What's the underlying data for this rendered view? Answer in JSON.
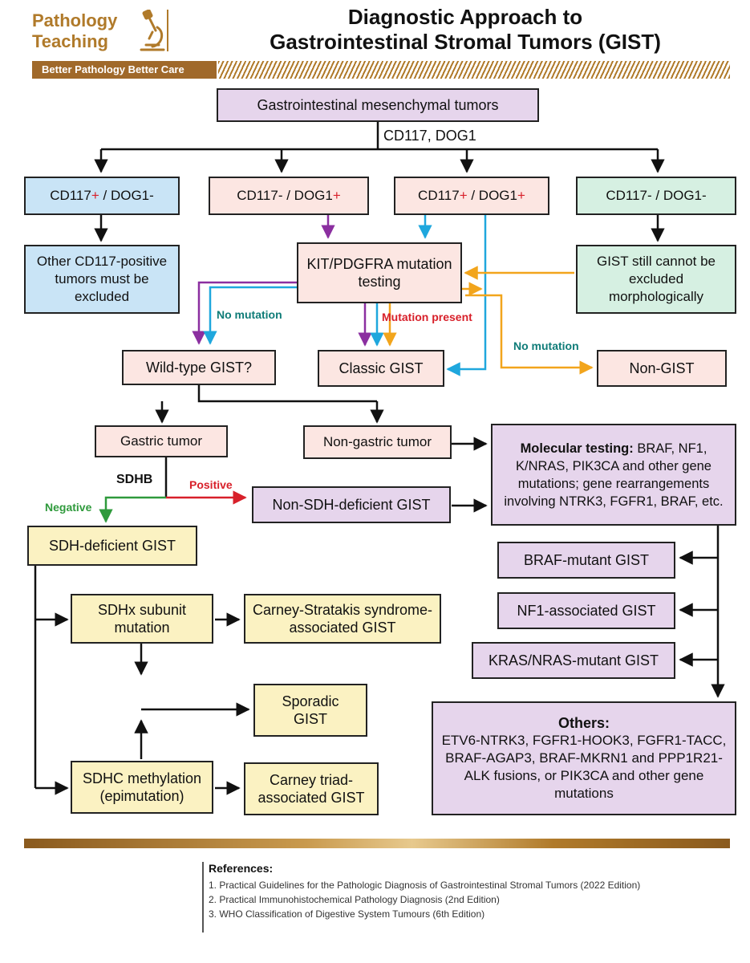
{
  "header": {
    "logo_line1": "Pathology",
    "logo_line2": "Teaching",
    "logo_icon": "microscope-icon",
    "tagline": "Better Pathology  Better Care",
    "title_line1": "Diagnostic Approach to",
    "title_line2": "Gastrointestinal Stromal Tumors (GIST)"
  },
  "colors": {
    "brand_gold": "#b07a2a",
    "purple_box": "#e6d5ec",
    "pink_box": "#fce6e2",
    "blue_box": "#c9e4f6",
    "green_box": "#d6f0e2",
    "yellow_box": "#fbf2c2",
    "arrow_purple": "#8b2fa0",
    "arrow_cyan": "#1fa7dd",
    "arrow_orange": "#f2a51c",
    "arrow_green": "#2f9a3c",
    "arrow_red": "#d8202a"
  },
  "nodes": {
    "root": "Gastrointestinal mesenchymal tumors",
    "stain_label": "CD117, DOG1",
    "cd117pos_dog1neg": {
      "a": "CD117",
      "s1": "+",
      "b": " / DOG1-"
    },
    "cd117neg_dog1pos": {
      "a": "CD117- / DOG1",
      "s1": "+"
    },
    "cd117pos_dog1pos": {
      "a": "CD117",
      "s1": "+",
      "b": " / DOG1",
      "s2": "+"
    },
    "cd117neg_dog1neg": "CD117- / DOG1-",
    "other_cd117": "Other CD117-positive tumors must be excluded",
    "mutation_testing": "KIT/PDGFRA mutation testing",
    "gist_cannot_exclude": "GIST still cannot be excluded morphologically",
    "wild_type": "Wild-type GIST?",
    "classic_gist": "Classic GIST",
    "non_gist": "Non-GIST",
    "gastric": "Gastric tumor",
    "non_gastric": "Non-gastric tumor",
    "molecular_title": "Molecular testing:",
    "molecular_rest": " BRAF, NF1, K/NRAS, PIK3CA and other gene mutations; gene rearrangements involving NTRK3, FGFR1, BRAF, etc.",
    "non_sdh": "Non-SDH-deficient GIST",
    "sdh_deficient": "SDH-deficient GIST",
    "sdhx": "SDHx subunit mutation",
    "carney_stratakis": "Carney-Stratakis syndrome-associated GIST",
    "sporadic": "Sporadic GIST",
    "sdhc": "SDHC methylation (epimutation)",
    "carney_triad": "Carney triad-associated GIST",
    "braf_mutant": "BRAF-mutant GIST",
    "nf1_associated": "NF1-associated GIST",
    "kras_nras": "KRAS/NRAS-mutant GIST",
    "others_title": "Others:",
    "others_body": "ETV6-NTRK3, FGFR1-HOOK3, FGFR1-TACC, BRAF-AGAP3, BRAF-MKRN1 and PPP1R21-ALK fusions, or PIK3CA and other gene mutations"
  },
  "edge_labels": {
    "no_mutation_left": "No mutation",
    "mutation_present": "Mutation present",
    "no_mutation_right": "No mutation",
    "sdhb": "SDHB",
    "positive": "Positive",
    "negative": "Negative"
  },
  "references": {
    "title": "References:",
    "items": [
      "1.  Practical Guidelines for the Pathologic Diagnosis of Gastrointestinal Stromal Tumors (2022 Edition)",
      "2.  Practical Immunohistochemical Pathology Diagnosis (2nd Edition)",
      "3.  WHO Classification of Digestive System Tumours (6th Edition)"
    ]
  }
}
